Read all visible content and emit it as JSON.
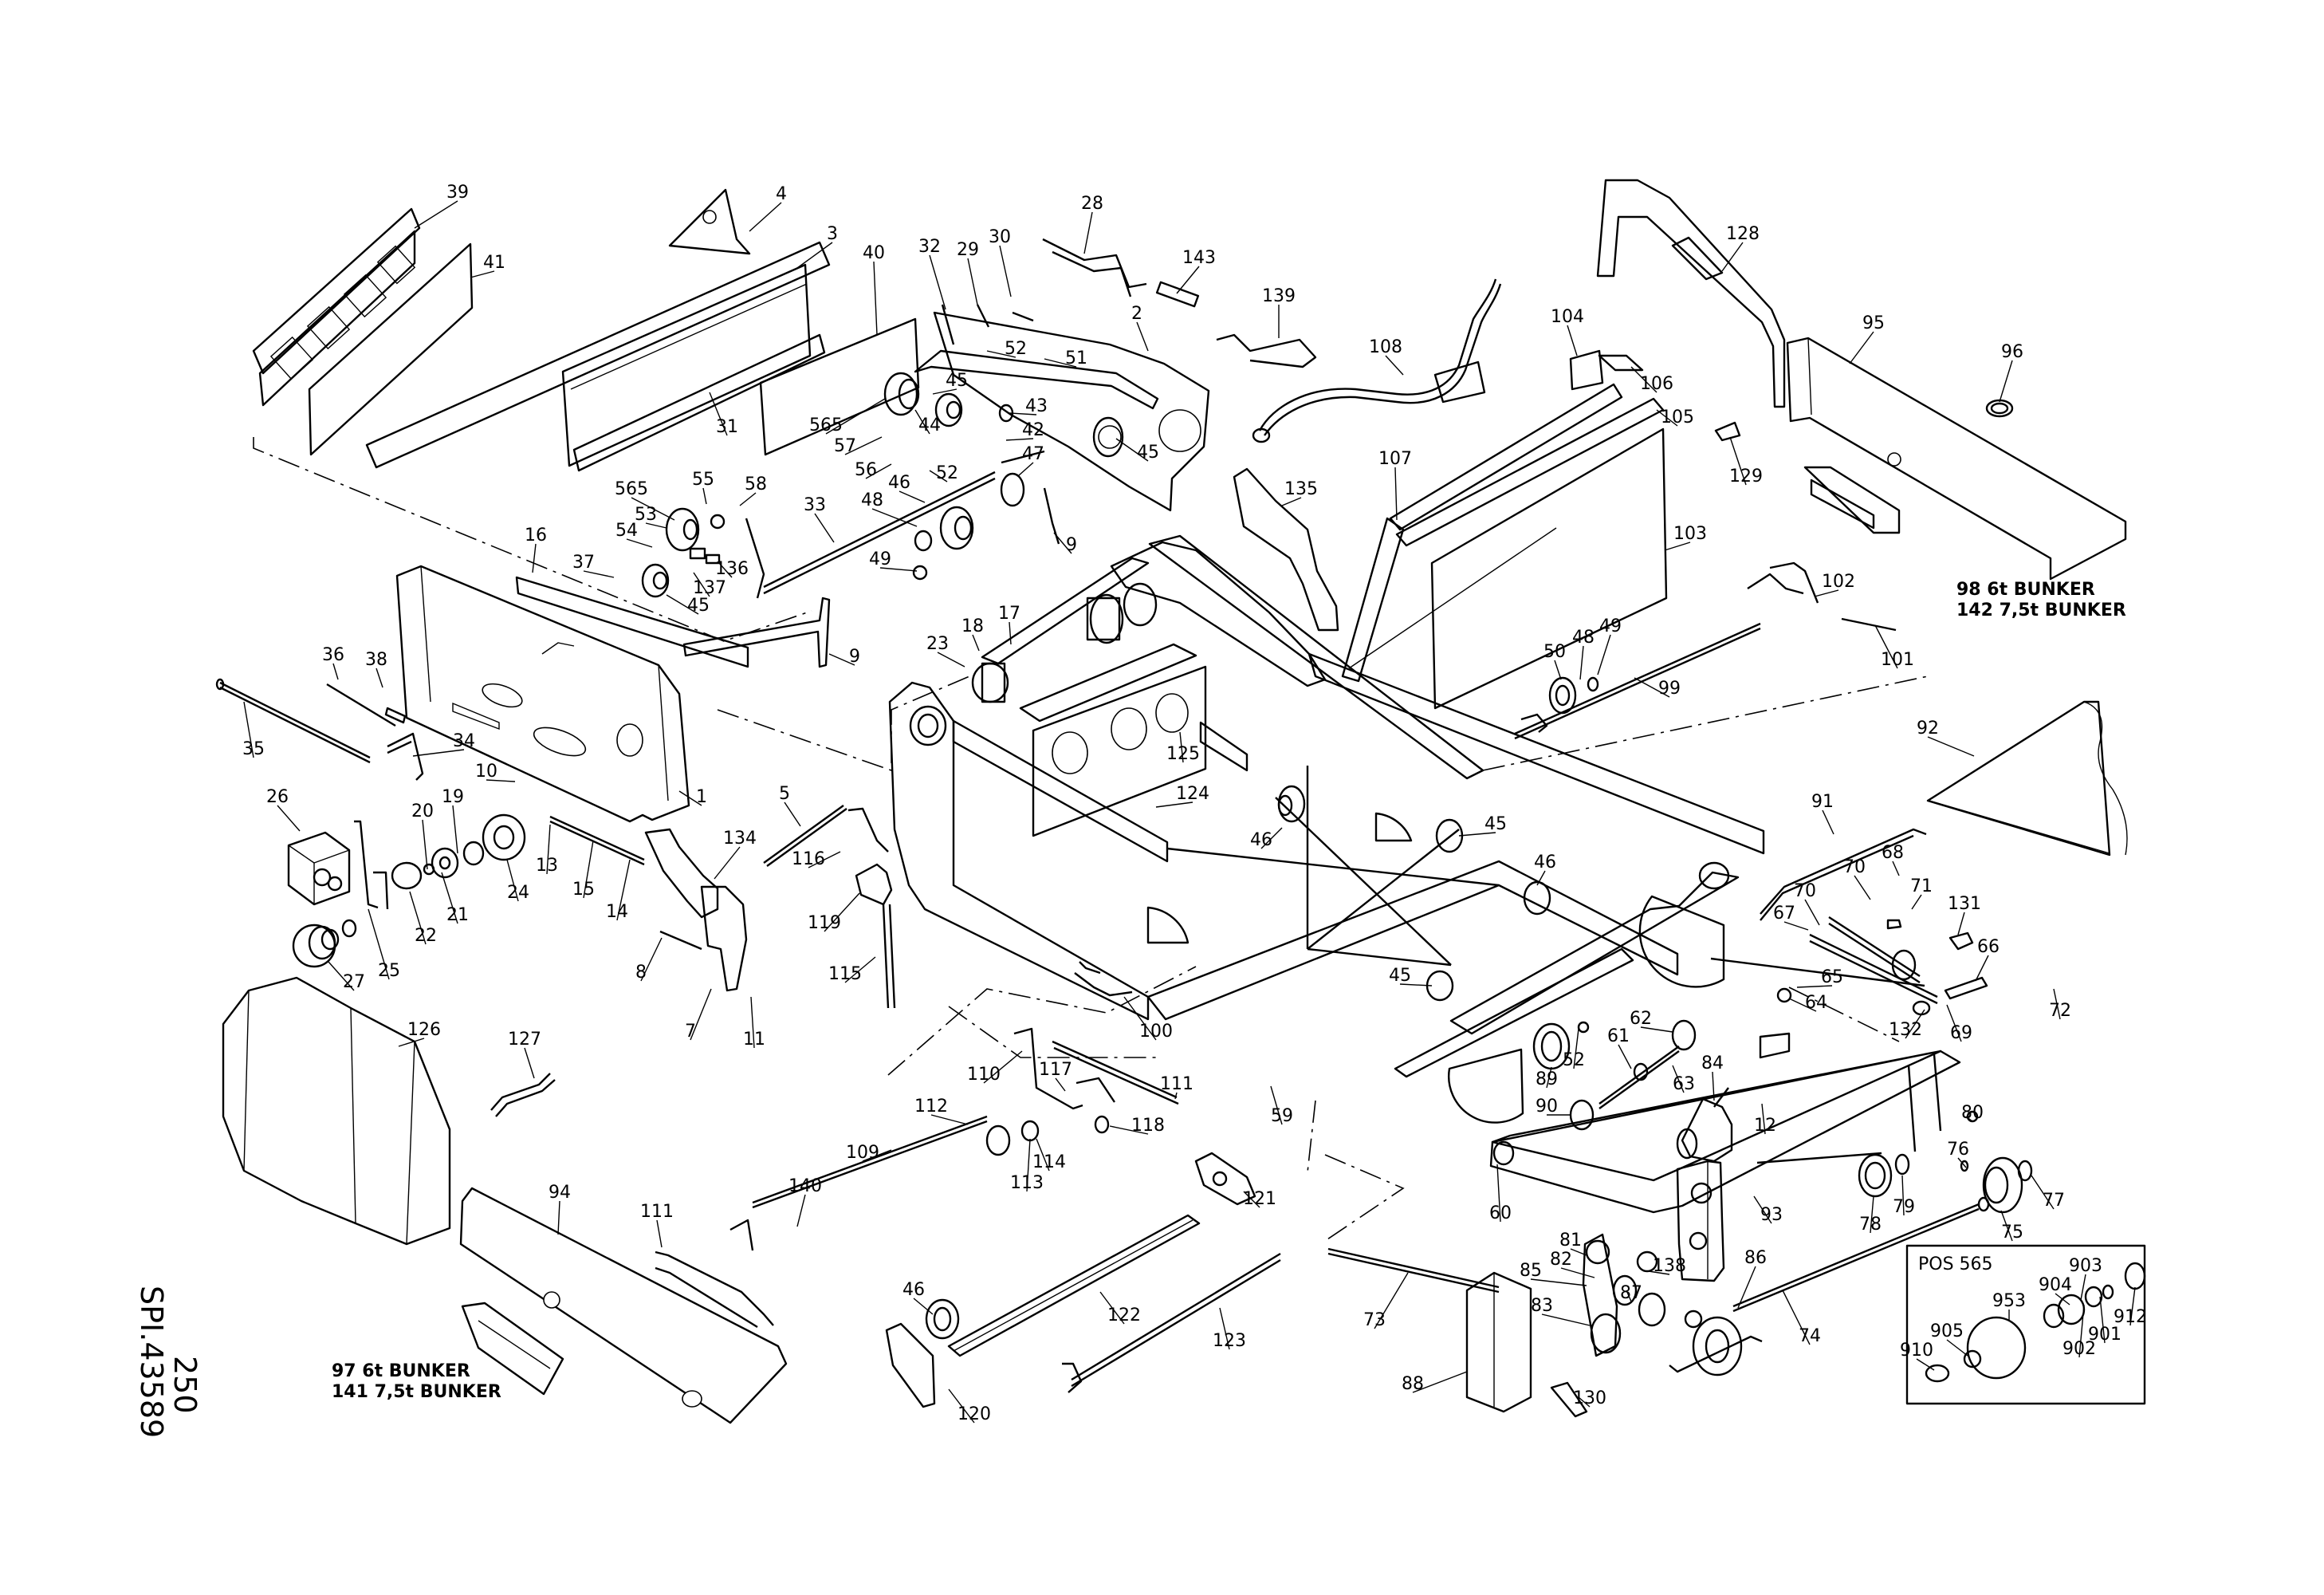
{
  "drawing": {
    "sheet_number": "250",
    "drawing_id": "SPI.43589",
    "inset_title": "POS 565",
    "notes": {
      "n98": "98  6t BUNKER",
      "n142": "142  7,5t BUNKER",
      "n97": "97  6t BUNKER",
      "n141": "141  7,5t BUNKER"
    },
    "callouts": [
      {
        "id": "c39",
        "text": "39"
      },
      {
        "id": "c41",
        "text": "41"
      },
      {
        "id": "c4",
        "text": "4"
      },
      {
        "id": "c3",
        "text": "3"
      },
      {
        "id": "c31",
        "text": "31"
      },
      {
        "id": "c40",
        "text": "40"
      },
      {
        "id": "c32",
        "text": "32"
      },
      {
        "id": "c29",
        "text": "29"
      },
      {
        "id": "c30",
        "text": "30"
      },
      {
        "id": "c28",
        "text": "28"
      },
      {
        "id": "c143",
        "text": "143"
      },
      {
        "id": "c2",
        "text": "2"
      },
      {
        "id": "c52a",
        "text": "52"
      },
      {
        "id": "c51",
        "text": "51"
      },
      {
        "id": "c45a",
        "text": "45"
      },
      {
        "id": "c565a",
        "text": "565"
      },
      {
        "id": "c44",
        "text": "44"
      },
      {
        "id": "c43",
        "text": "43"
      },
      {
        "id": "c57",
        "text": "57"
      },
      {
        "id": "c42",
        "text": "42"
      },
      {
        "id": "c56",
        "text": "56"
      },
      {
        "id": "c52b",
        "text": "52"
      },
      {
        "id": "c47",
        "text": "47"
      },
      {
        "id": "c45b",
        "text": "45"
      },
      {
        "id": "c46a",
        "text": "46"
      },
      {
        "id": "c48a",
        "text": "48"
      },
      {
        "id": "c49a",
        "text": "49"
      },
      {
        "id": "c9a",
        "text": "9"
      },
      {
        "id": "c139",
        "text": "139"
      },
      {
        "id": "c108",
        "text": "108"
      },
      {
        "id": "c135",
        "text": "135"
      },
      {
        "id": "c104",
        "text": "104"
      },
      {
        "id": "c106",
        "text": "106"
      },
      {
        "id": "c128",
        "text": "128"
      },
      {
        "id": "c105",
        "text": "105"
      },
      {
        "id": "c107",
        "text": "107"
      },
      {
        "id": "c129",
        "text": "129"
      },
      {
        "id": "c103",
        "text": "103"
      },
      {
        "id": "c95",
        "text": "95"
      },
      {
        "id": "c96",
        "text": "96"
      },
      {
        "id": "c102",
        "text": "102"
      },
      {
        "id": "c101",
        "text": "101"
      },
      {
        "id": "c99",
        "text": "99"
      },
      {
        "id": "c50",
        "text": "50"
      },
      {
        "id": "c48b",
        "text": "48"
      },
      {
        "id": "c49b",
        "text": "49"
      },
      {
        "id": "c565b",
        "text": "565"
      },
      {
        "id": "c55",
        "text": "55"
      },
      {
        "id": "c58",
        "text": "58"
      },
      {
        "id": "c53",
        "text": "53"
      },
      {
        "id": "c54",
        "text": "54"
      },
      {
        "id": "c33",
        "text": "33"
      },
      {
        "id": "c37",
        "text": "37"
      },
      {
        "id": "c136",
        "text": "136"
      },
      {
        "id": "c137",
        "text": "137"
      },
      {
        "id": "c45c",
        "text": "45"
      },
      {
        "id": "c16",
        "text": "16"
      },
      {
        "id": "c9b",
        "text": "9"
      },
      {
        "id": "c36",
        "text": "36"
      },
      {
        "id": "c38",
        "text": "38"
      },
      {
        "id": "c35",
        "text": "35"
      },
      {
        "id": "c34",
        "text": "34"
      },
      {
        "id": "c10",
        "text": "10"
      },
      {
        "id": "c1",
        "text": "1"
      },
      {
        "id": "c17",
        "text": "17"
      },
      {
        "id": "c18",
        "text": "18"
      },
      {
        "id": "c23",
        "text": "23"
      },
      {
        "id": "c125",
        "text": "125"
      },
      {
        "id": "c124",
        "text": "124"
      },
      {
        "id": "c46b",
        "text": "46"
      },
      {
        "id": "c45d",
        "text": "45"
      },
      {
        "id": "c46c",
        "text": "46"
      },
      {
        "id": "c45e",
        "text": "45"
      },
      {
        "id": "c26",
        "text": "26"
      },
      {
        "id": "c20",
        "text": "20"
      },
      {
        "id": "c19",
        "text": "19"
      },
      {
        "id": "c24",
        "text": "24"
      },
      {
        "id": "c21",
        "text": "21"
      },
      {
        "id": "c22",
        "text": "22"
      },
      {
        "id": "c25",
        "text": "25"
      },
      {
        "id": "c27",
        "text": "27"
      },
      {
        "id": "c13",
        "text": "13"
      },
      {
        "id": "c15",
        "text": "15"
      },
      {
        "id": "c14",
        "text": "14"
      },
      {
        "id": "c5",
        "text": "5"
      },
      {
        "id": "c134",
        "text": "134"
      },
      {
        "id": "c116",
        "text": "116"
      },
      {
        "id": "c119",
        "text": "119"
      },
      {
        "id": "c8",
        "text": "8"
      },
      {
        "id": "c7",
        "text": "7"
      },
      {
        "id": "c11",
        "text": "11"
      },
      {
        "id": "c115",
        "text": "115"
      },
      {
        "id": "c100",
        "text": "100"
      },
      {
        "id": "c92",
        "text": "92"
      },
      {
        "id": "c91",
        "text": "91"
      },
      {
        "id": "c70a",
        "text": "70"
      },
      {
        "id": "c68",
        "text": "68"
      },
      {
        "id": "c70b",
        "text": "70"
      },
      {
        "id": "c71",
        "text": "71"
      },
      {
        "id": "c131",
        "text": "131"
      },
      {
        "id": "c67",
        "text": "67"
      },
      {
        "id": "c66",
        "text": "66"
      },
      {
        "id": "c65",
        "text": "65"
      },
      {
        "id": "c64",
        "text": "64"
      },
      {
        "id": "c69",
        "text": "69"
      },
      {
        "id": "c72",
        "text": "72"
      },
      {
        "id": "c132",
        "text": "132"
      },
      {
        "id": "c62",
        "text": "62"
      },
      {
        "id": "c61",
        "text": "61"
      },
      {
        "id": "c52c",
        "text": "52"
      },
      {
        "id": "c89",
        "text": "89"
      },
      {
        "id": "c63",
        "text": "63"
      },
      {
        "id": "c84",
        "text": "84"
      },
      {
        "id": "c90",
        "text": "90"
      },
      {
        "id": "c12",
        "text": "12"
      },
      {
        "id": "c80",
        "text": "80"
      },
      {
        "id": "c59",
        "text": "59"
      },
      {
        "id": "c126",
        "text": "126"
      },
      {
        "id": "c127",
        "text": "127"
      },
      {
        "id": "c110",
        "text": "110"
      },
      {
        "id": "c117",
        "text": "117"
      },
      {
        "id": "c111a",
        "text": "111"
      },
      {
        "id": "c112",
        "text": "112"
      },
      {
        "id": "c118",
        "text": "118"
      },
      {
        "id": "c113",
        "text": "113"
      },
      {
        "id": "c114",
        "text": "114"
      },
      {
        "id": "c109",
        "text": "109"
      },
      {
        "id": "c60",
        "text": "60"
      },
      {
        "id": "c76",
        "text": "76"
      },
      {
        "id": "c77",
        "text": "77"
      },
      {
        "id": "c78",
        "text": "78"
      },
      {
        "id": "c79",
        "text": "79"
      },
      {
        "id": "c75",
        "text": "75"
      },
      {
        "id": "c93",
        "text": "93"
      },
      {
        "id": "c121",
        "text": "121"
      },
      {
        "id": "c94",
        "text": "94"
      },
      {
        "id": "c111b",
        "text": "111"
      },
      {
        "id": "c140",
        "text": "140"
      },
      {
        "id": "c81",
        "text": "81"
      },
      {
        "id": "c82",
        "text": "82"
      },
      {
        "id": "c138",
        "text": "138"
      },
      {
        "id": "c86",
        "text": "86"
      },
      {
        "id": "c85",
        "text": "85"
      },
      {
        "id": "c87",
        "text": "87"
      },
      {
        "id": "c83",
        "text": "83"
      },
      {
        "id": "c74",
        "text": "74"
      },
      {
        "id": "c46d",
        "text": "46"
      },
      {
        "id": "c122",
        "text": "122"
      },
      {
        "id": "c123",
        "text": "123"
      },
      {
        "id": "c73",
        "text": "73"
      },
      {
        "id": "c120",
        "text": "120"
      },
      {
        "id": "c88",
        "text": "88"
      },
      {
        "id": "c130",
        "text": "130"
      },
      {
        "id": "c903",
        "text": "903"
      },
      {
        "id": "c904",
        "text": "904"
      },
      {
        "id": "c953",
        "text": "953"
      },
      {
        "id": "c905",
        "text": "905"
      },
      {
        "id": "c910",
        "text": "910"
      },
      {
        "id": "c901",
        "text": "901"
      },
      {
        "id": "c902",
        "text": "902"
      },
      {
        "id": "c912",
        "text": "912"
      }
    ]
  }
}
